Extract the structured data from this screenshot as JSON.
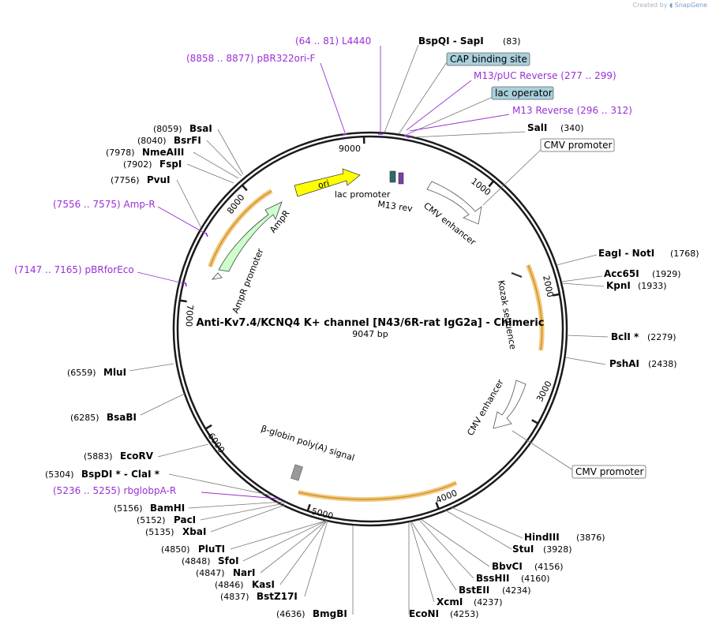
{
  "credit": {
    "prefix": "Created by",
    "brand": "SnapGene"
  },
  "plasmid": {
    "name": "Anti-Kv7.4/KCNQ4 K+ channel [N43/6R-rat IgG2a] - Chimeric",
    "length_label": "9047 bp",
    "length": 9047
  },
  "ticks": [
    "1000",
    "2000",
    "3000",
    "4000",
    "5000",
    "6000",
    "7000",
    "8000",
    "9000"
  ],
  "sites": [
    {
      "id": "bspqi",
      "pos": "(83)",
      "name": "BspQI  - SapI"
    },
    {
      "id": "sali",
      "pos": "(340)",
      "name": "SalI"
    },
    {
      "id": "eagi",
      "pos": "(1768)",
      "name": "EagI  - NotI"
    },
    {
      "id": "acc65i",
      "pos": "(1929)",
      "name": "Acc65I"
    },
    {
      "id": "kpni",
      "pos": "(1933)",
      "name": "KpnI"
    },
    {
      "id": "bcli",
      "pos": "(2279)",
      "name": "BclI *"
    },
    {
      "id": "pshai",
      "pos": "(2438)",
      "name": "PshAI"
    },
    {
      "id": "hindiii",
      "pos": "(3876)",
      "name": "HindIII"
    },
    {
      "id": "stui",
      "pos": "(3928)",
      "name": "StuI"
    },
    {
      "id": "bbvci",
      "pos": "(4156)",
      "name": "BbvCI"
    },
    {
      "id": "bsshii",
      "pos": "(4160)",
      "name": "BssHII"
    },
    {
      "id": "bsteii",
      "pos": "(4234)",
      "name": "BstEII"
    },
    {
      "id": "xcmi",
      "pos": "(4237)",
      "name": "XcmI"
    },
    {
      "id": "econi",
      "pos": "(4253)",
      "name": "EcoNI"
    },
    {
      "id": "bmgbi",
      "pos": "(4636)",
      "name": "BmgBI"
    },
    {
      "id": "bstz17i",
      "pos": "(4837)",
      "name": "BstZ17I"
    },
    {
      "id": "kasi",
      "pos": "(4846)",
      "name": "KasI"
    },
    {
      "id": "nari",
      "pos": "(4847)",
      "name": "NarI"
    },
    {
      "id": "sfoi",
      "pos": "(4848)",
      "name": "SfoI"
    },
    {
      "id": "pluti",
      "pos": "(4850)",
      "name": "PluTI"
    },
    {
      "id": "xbai",
      "pos": "(5135)",
      "name": "XbaI"
    },
    {
      "id": "paci",
      "pos": "(5152)",
      "name": "PacI"
    },
    {
      "id": "bamhi",
      "pos": "(5156)",
      "name": "BamHI"
    },
    {
      "id": "bspdi",
      "pos": "(5304)",
      "name": "BspDI *  - ClaI *"
    },
    {
      "id": "ecorv",
      "pos": "(5883)",
      "name": "EcoRV"
    },
    {
      "id": "bsabi",
      "pos": "(6285)",
      "name": "BsaBI"
    },
    {
      "id": "mlui",
      "pos": "(6559)",
      "name": "MluI"
    },
    {
      "id": "pvui",
      "pos": "(7756)",
      "name": "PvuI"
    },
    {
      "id": "fspi",
      "pos": "(7902)",
      "name": "FspI"
    },
    {
      "id": "nmeaiii",
      "pos": "(7978)",
      "name": "NmeAIII"
    },
    {
      "id": "bsrfi",
      "pos": "(8040)",
      "name": "BsrFI"
    },
    {
      "id": "bsai",
      "pos": "(8059)",
      "name": "BsaI"
    }
  ],
  "primers": [
    {
      "id": "l4440",
      "text": "(64 .. 81)  L4440"
    },
    {
      "id": "pbr322ori",
      "text": "(8858 .. 8877)  pBR322ori-F"
    },
    {
      "id": "m13puc",
      "text": "M13/pUC Reverse   (277 .. 299)"
    },
    {
      "id": "m13rev",
      "text": "M13 Reverse   (296 .. 312)"
    },
    {
      "id": "ampr",
      "text": "(7556 .. 7575)  Amp-R"
    },
    {
      "id": "pbrforeco",
      "text": "(7147 .. 7165)  pBRforEco"
    },
    {
      "id": "rbglobpa",
      "text": "(5236 .. 5255)  rbglobpA-R"
    }
  ],
  "boxed_features": [
    {
      "id": "cap",
      "text": "CAP binding site",
      "fill": "#a9d0dc"
    },
    {
      "id": "lacop",
      "text": "lac operator",
      "fill": "#a9d0dc"
    },
    {
      "id": "cmv1",
      "text": "CMV promoter",
      "fill": "#ffffff"
    },
    {
      "id": "cmv2",
      "text": "CMV promoter",
      "fill": "#ffffff"
    }
  ],
  "inner_labels": {
    "ori": "ori",
    "ampr": "AmpR",
    "ampr_promoter": "AmpR promoter",
    "lac_promoter": "lac promoter",
    "m13_rev": "M13 rev",
    "cmv_enhancer_1": "CMV enhancer",
    "kozak": "Kozak sequence",
    "cmv_enhancer_2": "CMV enhancer",
    "beta_globin": "β-globin poly(A) signal"
  },
  "colors": {
    "primer": "#9a2fd6",
    "ori": "#ffff00",
    "ampr": "#ccffcc",
    "cds_highlight": "#f5c880",
    "cds_arrow": "#c8962a",
    "box_blue": "#a9d0dc",
    "backbone": "#1a1a1a"
  }
}
